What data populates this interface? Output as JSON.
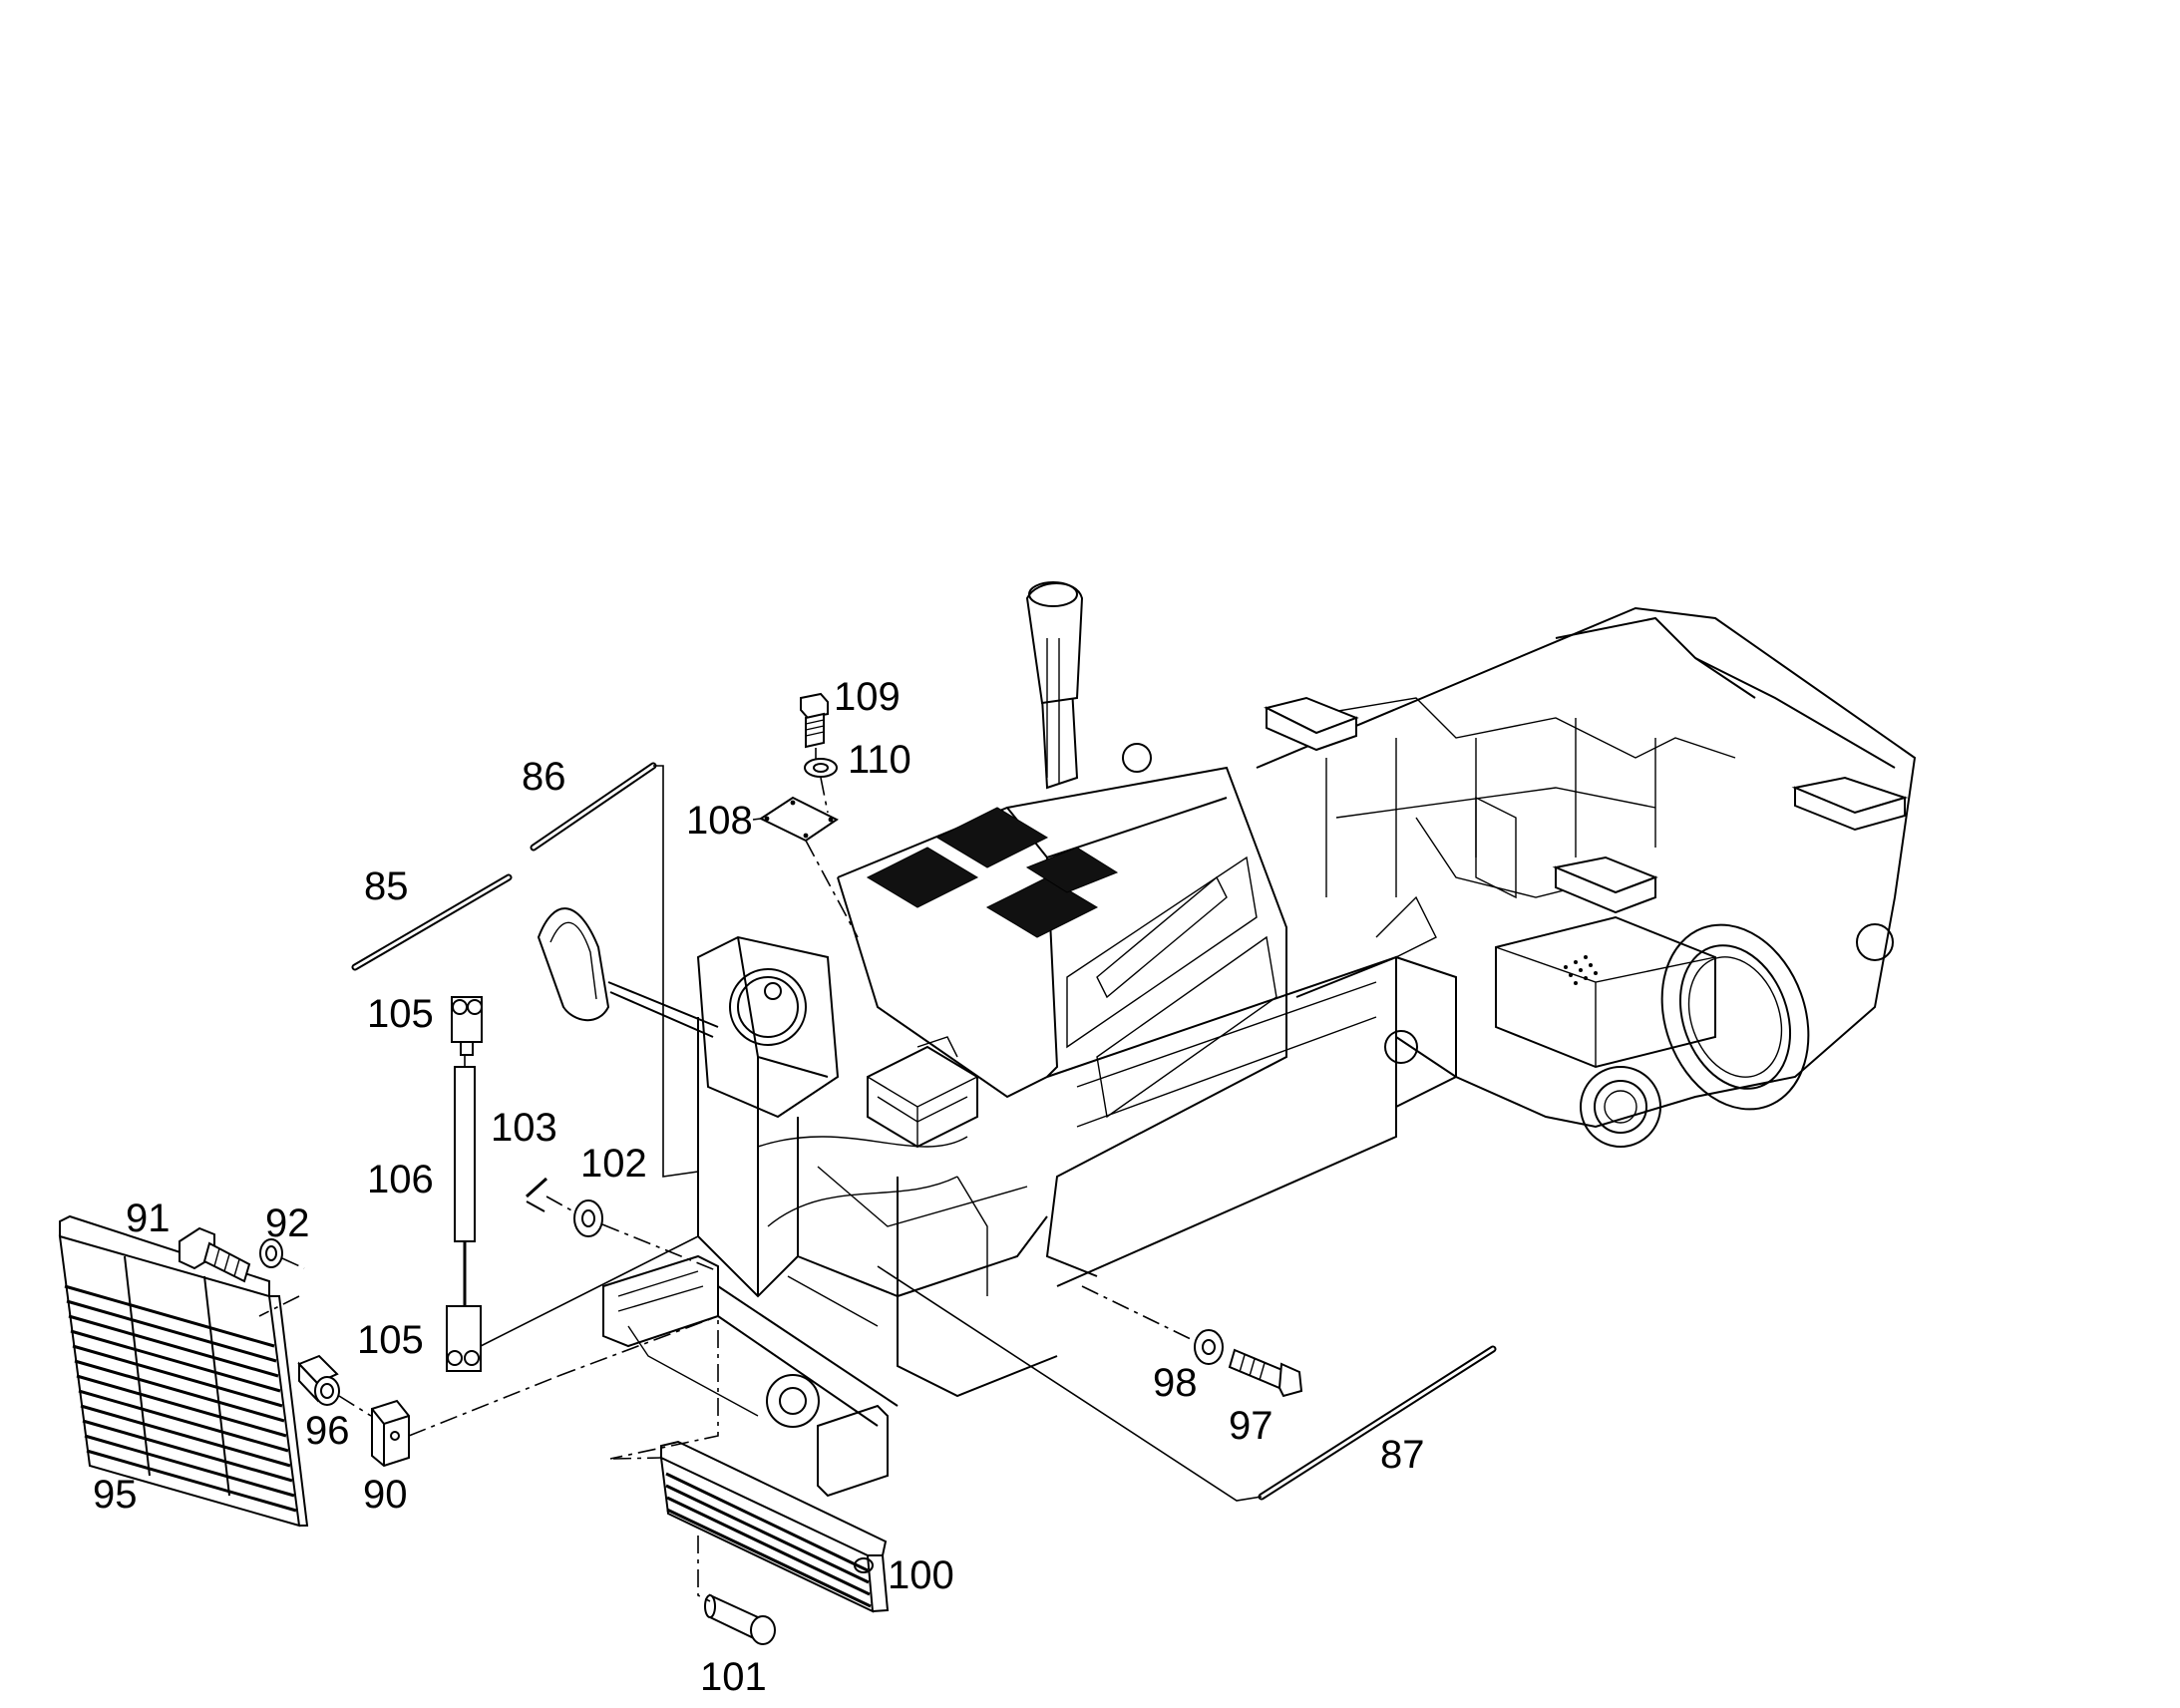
{
  "callouts": {
    "c85": "85",
    "c86": "86",
    "c87": "87",
    "c90": "90",
    "c91": "91",
    "c92": "92",
    "c95": "95",
    "c96": "96",
    "c97": "97",
    "c98": "98",
    "c100": "100",
    "c101": "101",
    "c102": "102",
    "c103": "103",
    "c105a": "105",
    "c105b": "105",
    "c106": "106",
    "c108": "108",
    "c109": "109",
    "c110": "110"
  }
}
